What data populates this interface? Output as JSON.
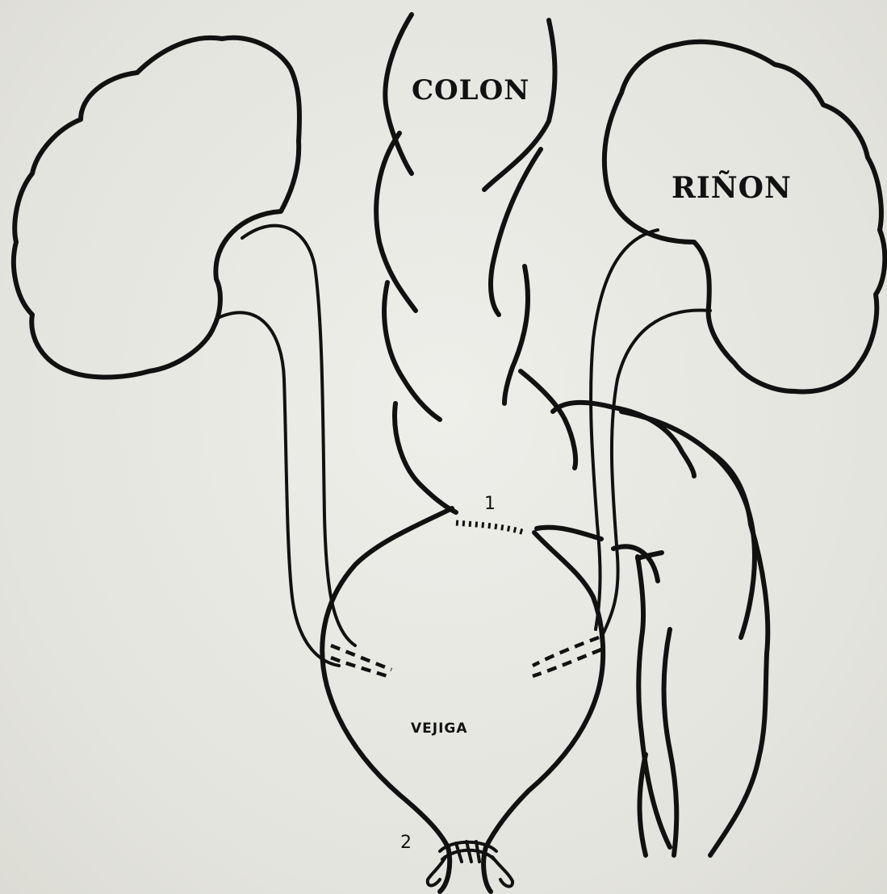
{
  "labels": {
    "colon": "COLON",
    "rinon": "RIÑON",
    "vejiga": "VEJIGA",
    "marker_1": "1",
    "marker_2": "2"
  },
  "colors": {
    "ink": "#111111",
    "paper": "#e6e6e0"
  }
}
